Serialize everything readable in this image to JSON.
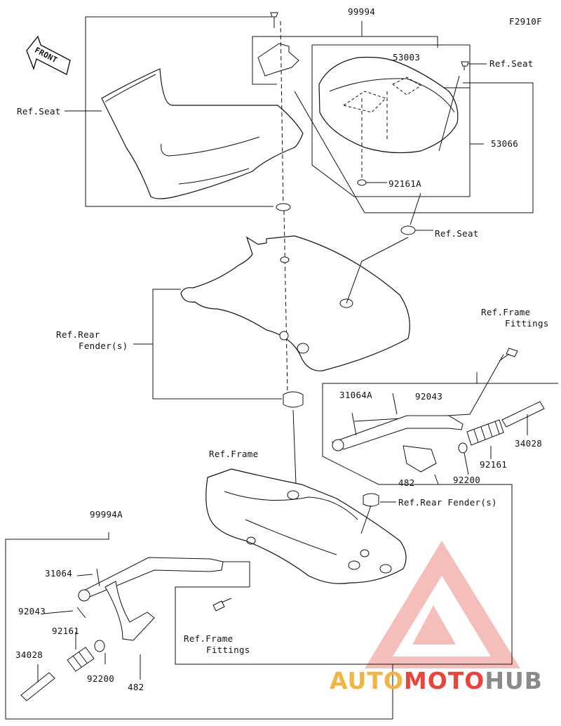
{
  "figure_code": "F2910F",
  "front_badge": "FRONT",
  "labels": {
    "kit_99994": "99994",
    "kit_99994A": "99994A",
    "p53003": "53003",
    "p53066": "53066",
    "p92161A": "92161A",
    "p92043_top": "92043",
    "p31064A": "31064A",
    "p34028_right": "34028",
    "p92161_right": "92161",
    "p92200_right": "92200",
    "p482_right": "482",
    "p31064": "31064",
    "p92043_left": "92043",
    "p92161_left": "92161",
    "p92200_left": "92200",
    "p482_left": "482",
    "p34028_left": "34028",
    "ref_seat_left": "Ref.Seat",
    "ref_seat_top": "Ref.Seat",
    "ref_seat_mid": "Ref.Seat",
    "ref_rear_fender_1": "Ref.Rear",
    "ref_rear_fender_2": "Fender(s)",
    "ref_frame_fittings_top_1": "Ref.Frame",
    "ref_frame_fittings_top_2": "Fittings",
    "ref_frame": "Ref.Frame",
    "ref_rear_fender_frame": "Ref.Rear Fender(s)",
    "ref_frame_fittings_bot_1": "Ref.Frame",
    "ref_frame_fittings_bot_2": "Fittings"
  },
  "watermark": {
    "part1": "AUTO",
    "part2": "MOTO",
    "part3": "HUB",
    "color_auto": "#f2b445",
    "color_moto": "#e8453c",
    "color_hub": "#8a8a8a"
  }
}
